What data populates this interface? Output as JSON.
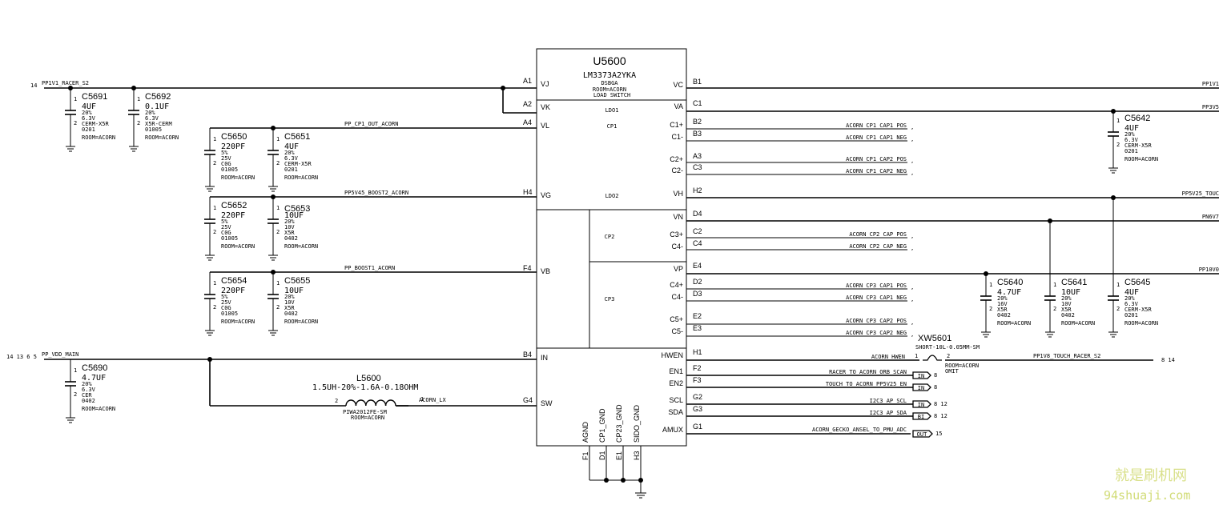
{
  "chip": {
    "ref": "U5600",
    "part": "LM3373A2YKA",
    "pkg": "DSBGA",
    "room": "ROOM=ACORN",
    "desc": "LOAD SWITCH",
    "blocks": [
      "LDO1",
      "CP1",
      "LDO2",
      "CP2",
      "CP3"
    ],
    "left_pins": [
      {
        "num": "A1",
        "name": "VJ"
      },
      {
        "num": "A2",
        "name": "VK"
      },
      {
        "num": "A4",
        "name": "VL"
      },
      {
        "num": "H4",
        "name": "VG"
      },
      {
        "num": "F4",
        "name": "VB"
      },
      {
        "num": "B4",
        "name": "IN"
      },
      {
        "num": "G4",
        "name": "SW"
      }
    ],
    "right_pins": [
      {
        "num": "B1",
        "name": "VC"
      },
      {
        "num": "C1",
        "name": "VA"
      },
      {
        "num": "B2",
        "name": "C1+"
      },
      {
        "num": "B3",
        "name": "C1-"
      },
      {
        "num": "A3",
        "name": "C2+"
      },
      {
        "num": "C3",
        "name": "C2-"
      },
      {
        "num": "H2",
        "name": "VH"
      },
      {
        "num": "D4",
        "name": "VN"
      },
      {
        "num": "C2",
        "name": "C3+"
      },
      {
        "num": "C4",
        "name": "C4-"
      },
      {
        "num": "E4",
        "name": "VP"
      },
      {
        "num": "D2",
        "name": "C4+"
      },
      {
        "num": "D3",
        "name": "C4-"
      },
      {
        "num": "E2",
        "name": "C5+"
      },
      {
        "num": "E3",
        "name": "C5-"
      },
      {
        "num": "H1",
        "name": "HWEN"
      },
      {
        "num": "F2",
        "name": "EN1"
      },
      {
        "num": "F3",
        "name": "EN2"
      },
      {
        "num": "G2",
        "name": "SCL"
      },
      {
        "num": "G3",
        "name": "SDA"
      },
      {
        "num": "G1",
        "name": "AMUX"
      }
    ],
    "bottom_pins": [
      {
        "num": "F1",
        "name": "AGND"
      },
      {
        "num": "D1",
        "name": "CP1_GND"
      },
      {
        "num": "E1",
        "name": "CP23_GND"
      },
      {
        "num": "H3",
        "name": "SIDO_GND"
      }
    ]
  },
  "nets": {
    "left": [
      "PP1V1_RACER_S2",
      "PP_CP1_OUT_ACORN",
      "PP5V45_BOOST2_ACORN",
      "PP_BOOST1_ACORN",
      "PP_VDD_MAIN",
      "ACORN_LX"
    ],
    "left_refs": [
      "14",
      "14 13 6 5"
    ],
    "right_power": [
      "PP1V1",
      "PP3V5",
      "PP5V25_TOUC",
      "PN6V7",
      "PP10V0"
    ],
    "right_signals": [
      "ACORN_CP1_CAP1_POS",
      "ACORN_CP1_CAP1_NEG",
      "ACORN_CP1_CAP2_POS",
      "ACORN_CP1_CAP2_NEG",
      "ACORN_CP2_CAP_POS",
      "ACORN_CP2_CAP_NEG",
      "ACORN_CP3_CAP1_POS",
      "ACORN_CP3_CAP1_NEG",
      "ACORN_CP3_CAP2_POS",
      "ACORN_CP3_CAP2_NEG",
      "ACORN_HWEN",
      "RACER_TO_ACORN_ORB_SCAN",
      "TOUCH_TO_ACORN_PP5V25_EN",
      "I2C3_AP_SCL",
      "I2C3_AP_SDA",
      "ACORN_GECKO_ANSEL_TO_PMU_ADC"
    ],
    "hwen_out": "PP1V8_TOUCH_RACER_S2",
    "flags": [
      "IN",
      "IN",
      "IN",
      "BI",
      "OUT"
    ],
    "flag_refs": [
      "8",
      "8",
      "8 12",
      "8 12",
      "15",
      "8 14"
    ]
  },
  "components": [
    {
      "ref": "C5691",
      "lines": [
        "4UF",
        "20%",
        "6.3V",
        "CERM-X5R",
        "0201",
        "ROOM=ACORN"
      ]
    },
    {
      "ref": "C5692",
      "lines": [
        "0.1UF",
        "20%",
        "6.3V",
        "X5R-CERM",
        "01005",
        "ROOM=ACORN"
      ]
    },
    {
      "ref": "C5650",
      "lines": [
        "220PF",
        "5%",
        "25V",
        "C0G",
        "01005",
        "ROOM=ACORN"
      ]
    },
    {
      "ref": "C5651",
      "lines": [
        "4UF",
        "20%",
        "6.3V",
        "CERM-X5R",
        "0201",
        "ROOM=ACORN"
      ]
    },
    {
      "ref": "C5652",
      "lines": [
        "220PF",
        "5%",
        "25V",
        "C0G",
        "01005",
        "ROOM=ACORN"
      ]
    },
    {
      "ref": "C5653",
      "lines": [
        "10UF",
        "20%",
        "10V",
        "X5R",
        "0402",
        "ROOM=ACORN"
      ]
    },
    {
      "ref": "C5654",
      "lines": [
        "220PF",
        "5%",
        "25V",
        "C0G",
        "01005",
        "ROOM=ACORN"
      ]
    },
    {
      "ref": "C5655",
      "lines": [
        "10UF",
        "20%",
        "10V",
        "X5R",
        "0402",
        "ROOM=ACORN"
      ]
    },
    {
      "ref": "C5690",
      "lines": [
        "4.7UF",
        "20%",
        "6.3V",
        "CER",
        "0402",
        "ROOM=ACORN"
      ]
    },
    {
      "ref": "C5642",
      "lines": [
        "4UF",
        "20%",
        "6.3V",
        "CERM-X5R",
        "0201",
        "ROOM=ACORN"
      ]
    },
    {
      "ref": "C5640",
      "lines": [
        "4.7UF",
        "20%",
        "16V",
        "X5R",
        "0402",
        "ROOM=ACORN"
      ]
    },
    {
      "ref": "C5641",
      "lines": [
        "10UF",
        "20%",
        "10V",
        "X5R",
        "0402",
        "ROOM=ACORN"
      ]
    },
    {
      "ref": "C5645",
      "lines": [
        "4UF",
        "20%",
        "6.3V",
        "CERM-X5R",
        "0201",
        "ROOM=ACORN"
      ]
    }
  ],
  "inductor": {
    "ref": "L5600",
    "value": "1.5UH-20%-1.6A-0.18OHM",
    "pkg": "PIWA2012FE-SM",
    "room": "ROOM=ACORN"
  },
  "jumper": {
    "ref": "XW5601",
    "value": "SHORT-10L-0.05MM-SM",
    "room": "ROOM=ACORN",
    "omit": "OMIT",
    "pins": [
      "1",
      "2"
    ]
  },
  "watermark": {
    "line1": "就是刷机网",
    "line2": "94shuaji.com"
  }
}
